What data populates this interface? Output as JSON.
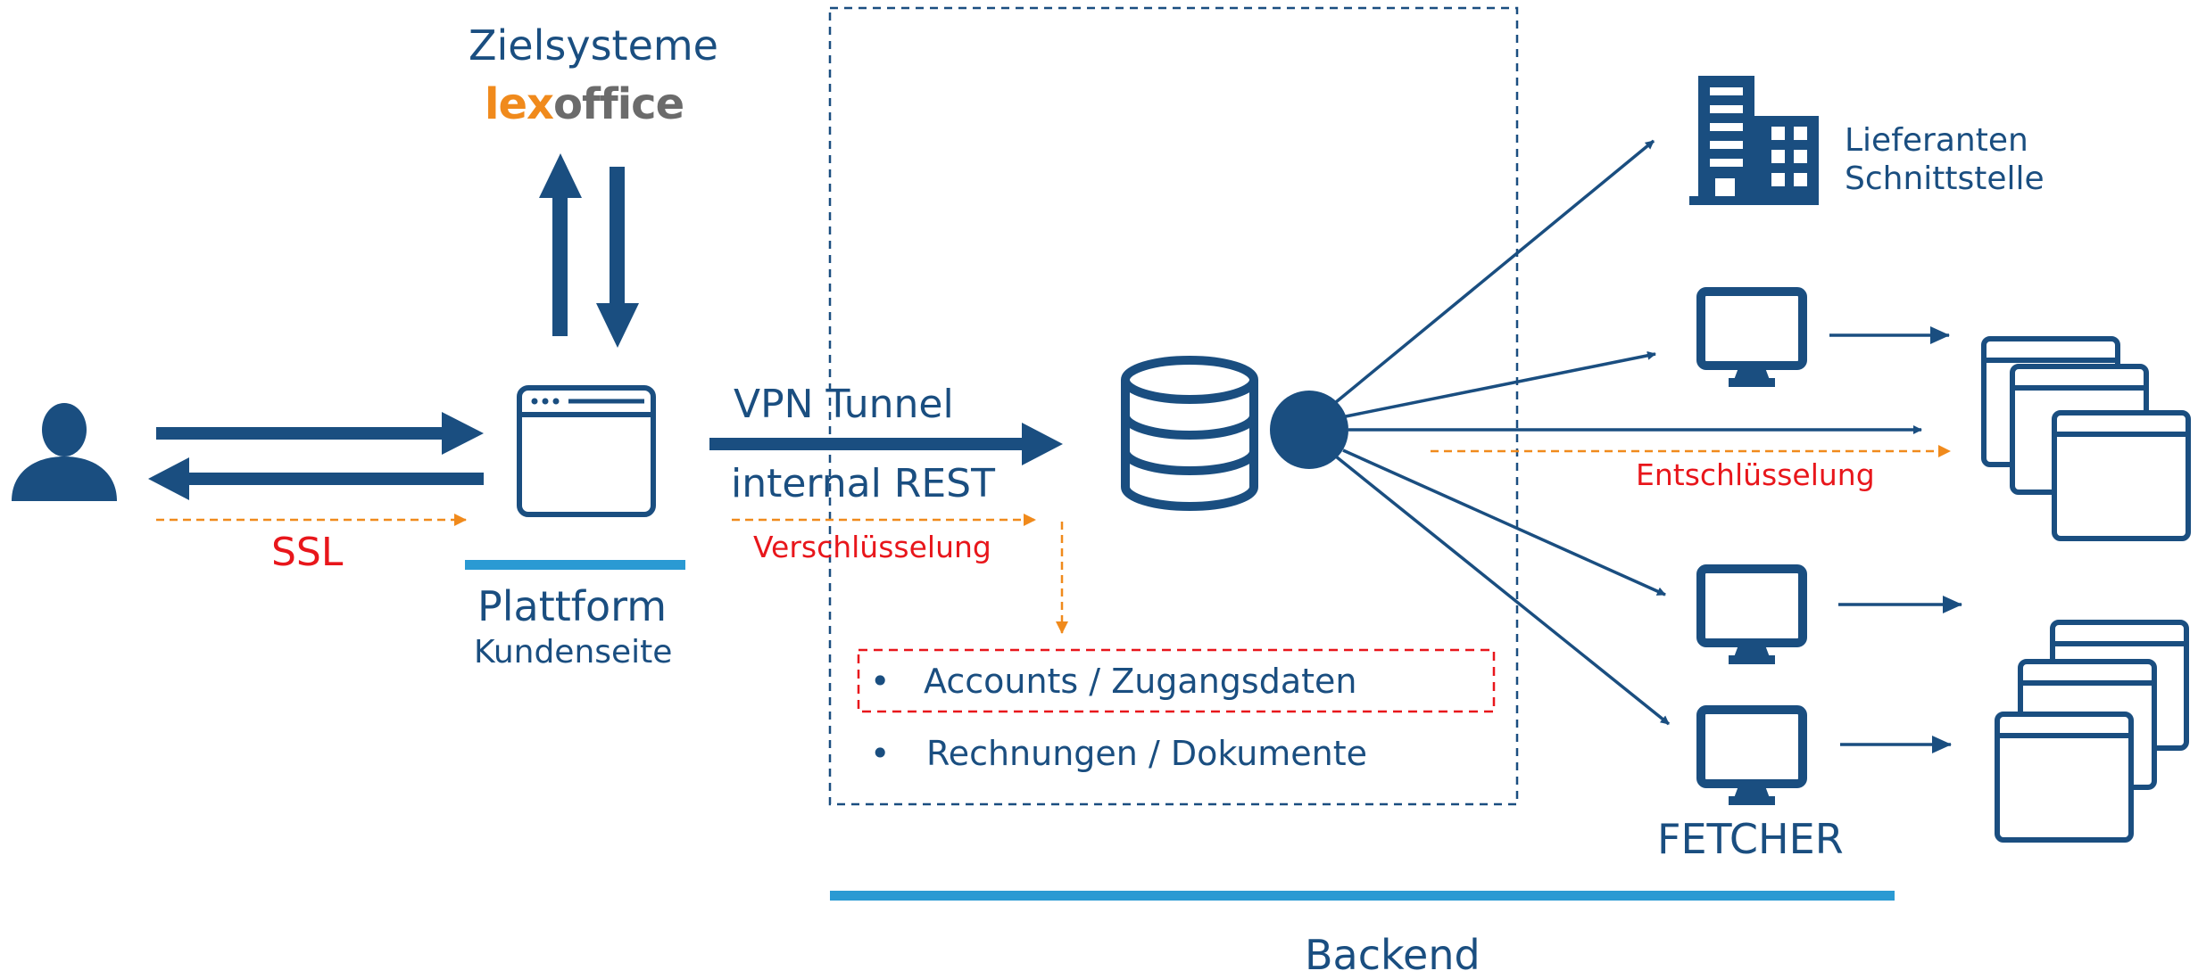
{
  "labels": {
    "zielsysteme": "Zielsysteme",
    "logo_lex": "lex",
    "logo_office": "office",
    "ssl": "SSL",
    "plattform": "Plattform",
    "kundenseite": "Kundenseite",
    "vpn_tunnel": "VPN Tunnel",
    "internal_rest": "internal REST",
    "verschluesselung": "Verschlüsselung",
    "entschluesselung": "Entschlüsselung",
    "lieferanten_line1": "Lieferanten",
    "lieferanten_line2": "Schnittstelle",
    "fetcher": "FETCHER",
    "backend": "Backend"
  },
  "storage": {
    "items": [
      {
        "bullet": "•",
        "text": "Accounts / Zugangsdaten"
      },
      {
        "bullet": "•",
        "text": "Rechnungen / Dokumente"
      }
    ]
  },
  "colors": {
    "navy": "#1a4e80",
    "light_blue": "#2a9ad3",
    "orange": "#f08a1c",
    "red": "#e8161b",
    "grey": "#6b6b6b"
  }
}
